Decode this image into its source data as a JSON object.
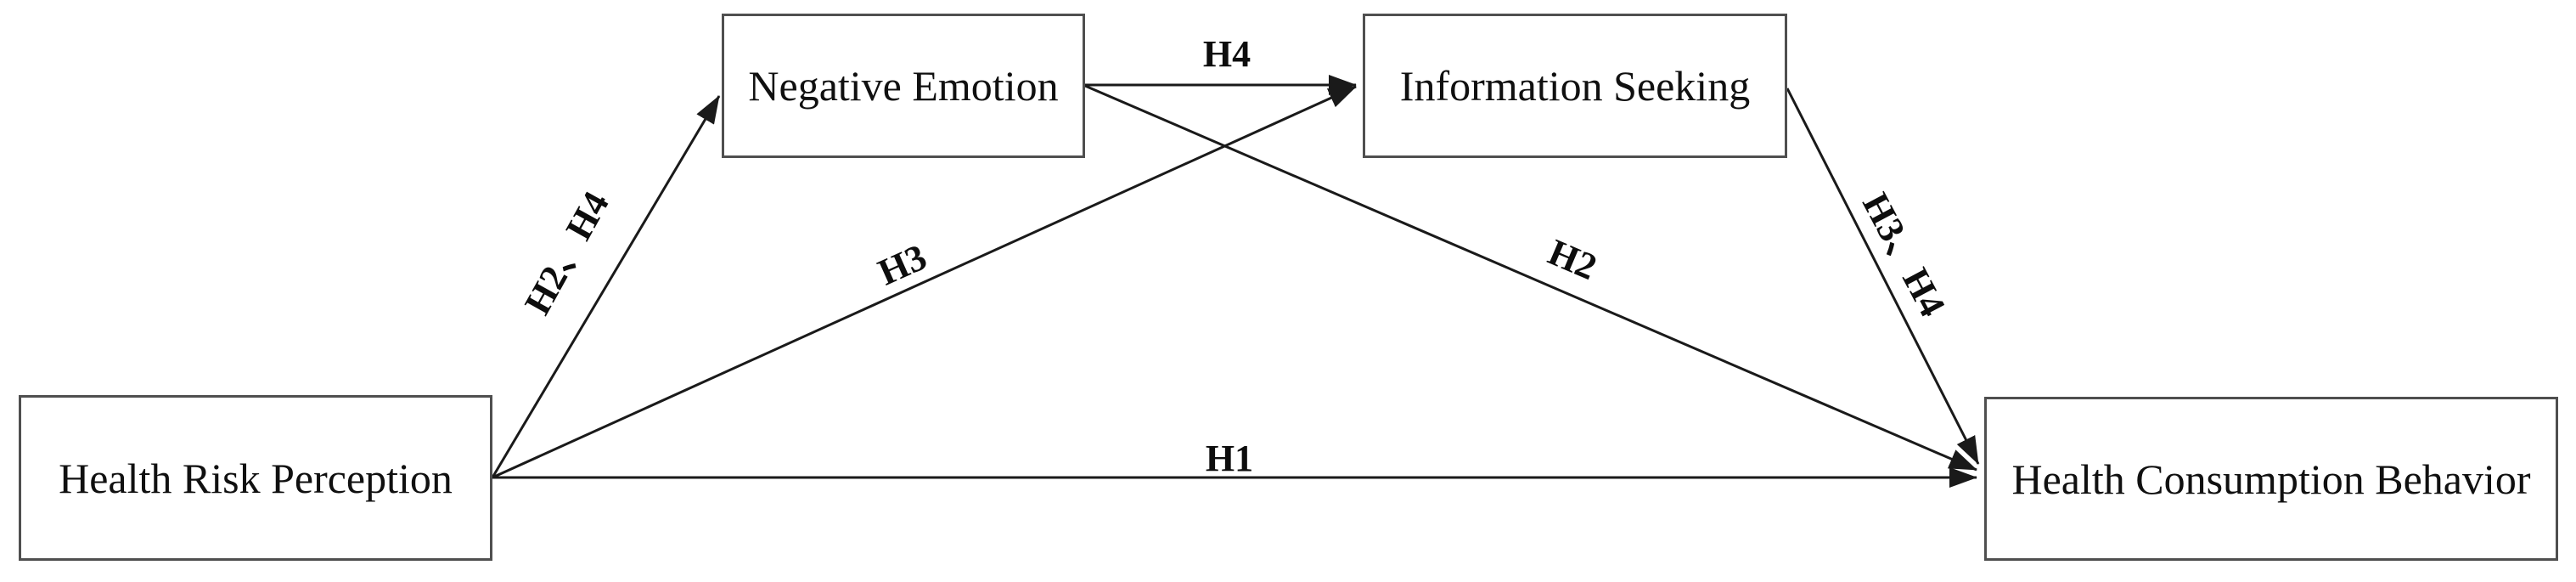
{
  "figure": {
    "type": "path-model-diagram",
    "colors": {
      "background": "#ffffff",
      "box_border": "#4f4f4f",
      "arrow": "#1a1a1a",
      "text": "#101010"
    }
  },
  "nodes": {
    "health_risk_perception": {
      "label": "Health Risk Perception"
    },
    "negative_emotion": {
      "label": "Negative Emotion"
    },
    "information_seeking": {
      "label": "Information Seeking"
    },
    "health_consumption_behavior": {
      "label": "Health Consumption Behavior"
    }
  },
  "edges": {
    "hrp_to_negative_emotion": {
      "label": "H2、H4",
      "from": "Health Risk Perception",
      "to": "Negative Emotion"
    },
    "hrp_to_information_seeking": {
      "label": "H3",
      "from": "Health Risk Perception",
      "to": "Information Seeking"
    },
    "hrp_to_health_consumption_behavior": {
      "label": "H1",
      "from": "Health Risk Perception",
      "to": "Health Consumption Behavior"
    },
    "negative_emotion_to_information_seeking": {
      "label": "H4",
      "from": "Negative Emotion",
      "to": "Information Seeking"
    },
    "negative_emotion_to_health_consumption_behavior": {
      "label": "H2",
      "from": "Negative Emotion",
      "to": "Health Consumption Behavior"
    },
    "information_seeking_to_health_consumption_behavior": {
      "label": "H3、H4",
      "from": "Information Seeking",
      "to": "Health Consumption Behavior"
    }
  }
}
